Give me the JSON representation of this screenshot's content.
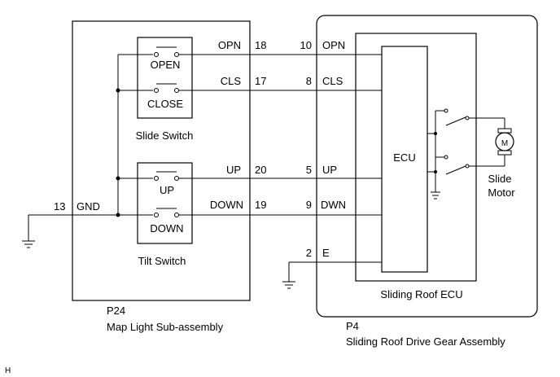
{
  "map_light": {
    "connector": "P24",
    "name": "Map Light Sub-assembly",
    "gnd_pin": "13",
    "gnd_label": "GND",
    "slide_switch": {
      "label": "Slide Switch",
      "open": "OPEN",
      "close": "CLOSE"
    },
    "tilt_switch": {
      "label": "Tilt Switch",
      "up": "UP",
      "down": "DOWN"
    }
  },
  "wires": [
    {
      "left_label": "OPN",
      "left_pin": "18",
      "right_pin": "10",
      "right_label": "OPN"
    },
    {
      "left_label": "CLS",
      "left_pin": "17",
      "right_pin": "8",
      "right_label": "CLS"
    },
    {
      "left_label": "UP",
      "left_pin": "20",
      "right_pin": "5",
      "right_label": "UP"
    },
    {
      "left_label": "DOWN",
      "left_pin": "19",
      "right_pin": "9",
      "right_label": "DWN"
    }
  ],
  "drive_gear": {
    "connector": "P4",
    "name": "Sliding Roof Drive Gear Assembly",
    "ecu_box_label": "Sliding Roof ECU",
    "ecu_label": "ECU",
    "e_pin": "2",
    "e_label": "E",
    "motor_symbol": "M",
    "motor_label_1": "Slide",
    "motor_label_2": "Motor"
  },
  "corner_mark": "H"
}
